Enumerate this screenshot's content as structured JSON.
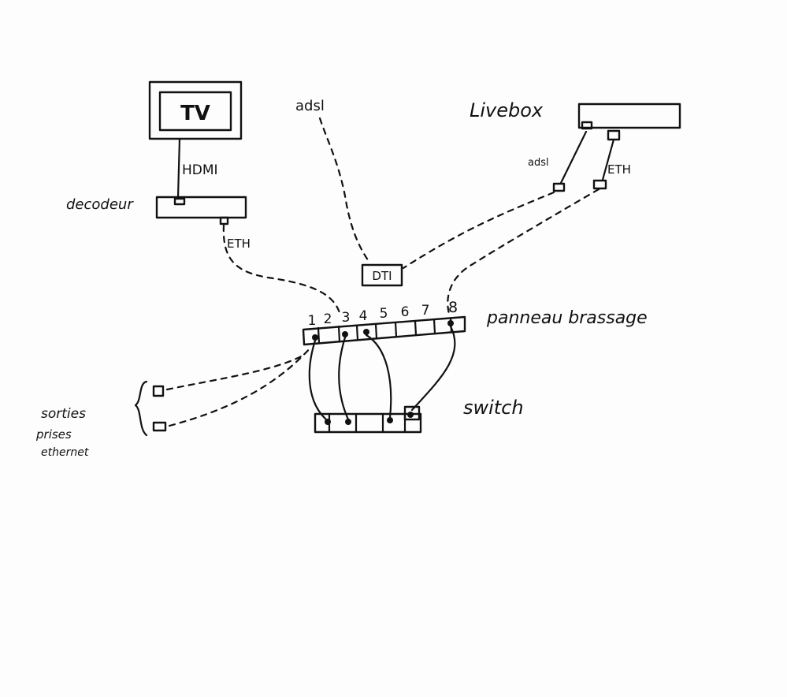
{
  "labels": {
    "tv": "TV",
    "hdmi": "HDMI",
    "decodeur": "decodeur",
    "eth_decodeur": "ETH",
    "adsl_top": "adsl",
    "livebox": "Livebox",
    "adsl_livebox": "adsl",
    "eth_livebox": "ETH",
    "dti": "DTI",
    "panneau": "panneau brassage",
    "switch": "switch",
    "sorties_1": "sorties",
    "sorties_2": "prises",
    "sorties_3": "ethernet"
  },
  "panel_ports": [
    "1",
    "2",
    "3",
    "4",
    "5",
    "6",
    "7",
    "8"
  ]
}
